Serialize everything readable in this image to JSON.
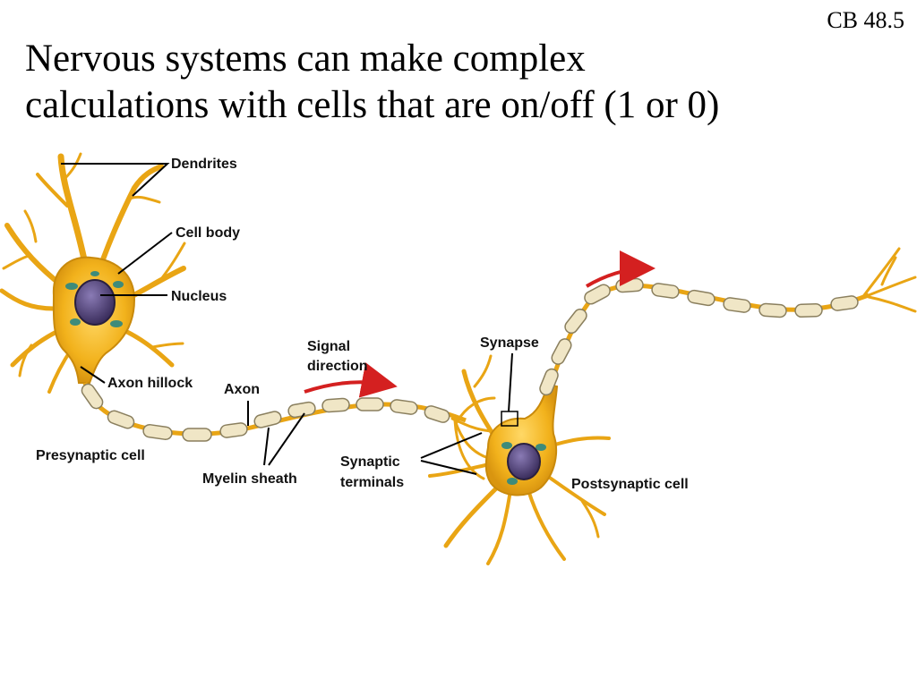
{
  "slide": {
    "reference": "CB 48.5",
    "title_line1": "Nervous systems can make complex",
    "title_line2": "calculations with cells that are on/off (1 or 0)"
  },
  "diagram": {
    "labels": {
      "dendrites": "Dendrites",
      "cell_body": "Cell body",
      "nucleus": "Nucleus",
      "axon_hillock": "Axon hillock",
      "axon": "Axon",
      "signal_direction_line1": "Signal",
      "signal_direction_line2": "direction",
      "presynaptic_cell": "Presynaptic cell",
      "myelin_sheath": "Myelin sheath",
      "synaptic_terminals_line1": "Synaptic",
      "synaptic_terminals_line2": "terminals",
      "synapse": "Synapse",
      "postsynaptic_cell": "Postsynaptic cell"
    },
    "colors": {
      "cell_fill": "#f2b21c",
      "cell_outline": "#c98a0c",
      "nucleus_fill": "#4d3f72",
      "myelin_fill": "#f0e6c6",
      "myelin_outline": "#8a7f5e",
      "signal_arrow": "#d42020",
      "leader_line": "#000000"
    }
  }
}
